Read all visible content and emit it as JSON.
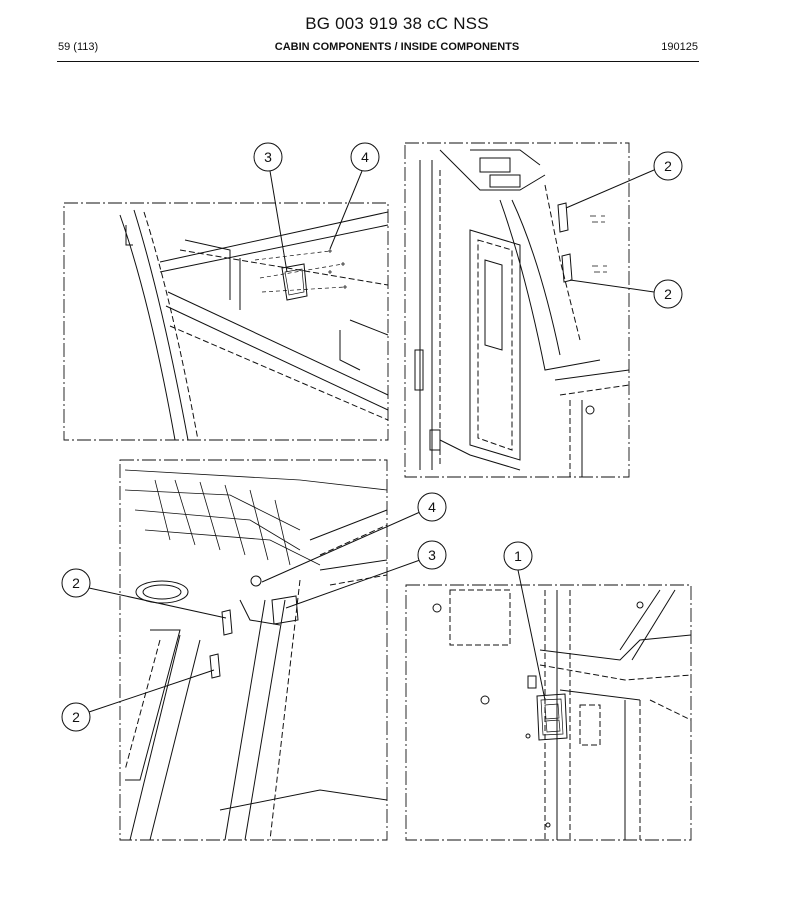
{
  "document": {
    "title": "BG 003 919 38 cC NSS",
    "page": "59 (113)",
    "section": "CABIN COMPONENTS / INSIDE COMPONENTS",
    "date_code": "190125"
  },
  "callouts": {
    "view_a": [
      "3",
      "4"
    ],
    "view_b": [
      "2",
      "2"
    ],
    "view_c": [
      "4",
      "3",
      "2",
      "2"
    ],
    "view_d": [
      "1"
    ]
  },
  "colors": {
    "line": "#111111",
    "paper": "#ffffff"
  }
}
